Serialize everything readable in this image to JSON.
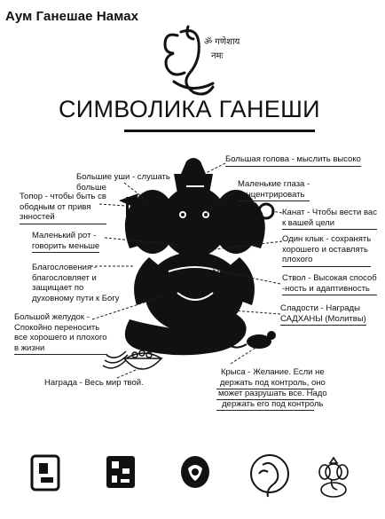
{
  "header": {
    "text": "Аум Ганешае Намах"
  },
  "title": "СИМВОЛИКА ГАНЕШИ",
  "labels": {
    "big_head": "Большая голова - мыслить высоко",
    "big_ears": "Большие уши - слушать\nбольше",
    "small_eyes": "Маленькие глаза -\nконцентрировать",
    "axe": "Топор - чтобы быть св\nободным от привя\nзнностей",
    "rope": "Канат - Чтобы вести вас\nк вашей цели",
    "small_mouth": "Маленький рот -\nговорить меньше",
    "one_tusk": "Один клык - сохранять\nхорошего и оставлять\nплохого",
    "blessings": "Благословения -\nблагословляет и\nзащищает по\nдуховному пути к Богу",
    "trunk": "Ствол - Высокая способ\n-ность и адаптивность",
    "sweets": "Сладости - Награды\nСАДХАНЫ (Молитвы)",
    "belly": "Большой желудок -\nСпокойно переносить\nвсе хорошего и плохого\nв жизни",
    "reward": "Награда - Весь мир твой.",
    "rat": "Крыса - Желание. Если не\nдержать под контроль, оно\nможет разрушать все. Надо\nдержать его под контроль"
  },
  "icons": [
    "ganesha-om-calligraphy-icon",
    "ganesha-square-glyph-icon",
    "ganesha-aztec-glyph-icon",
    "ganesha-round-emblem-icon",
    "ganesha-circle-line-icon",
    "ganesha-sketch-icon"
  ],
  "colors": {
    "ink": "#111111",
    "background": "#ffffff"
  }
}
